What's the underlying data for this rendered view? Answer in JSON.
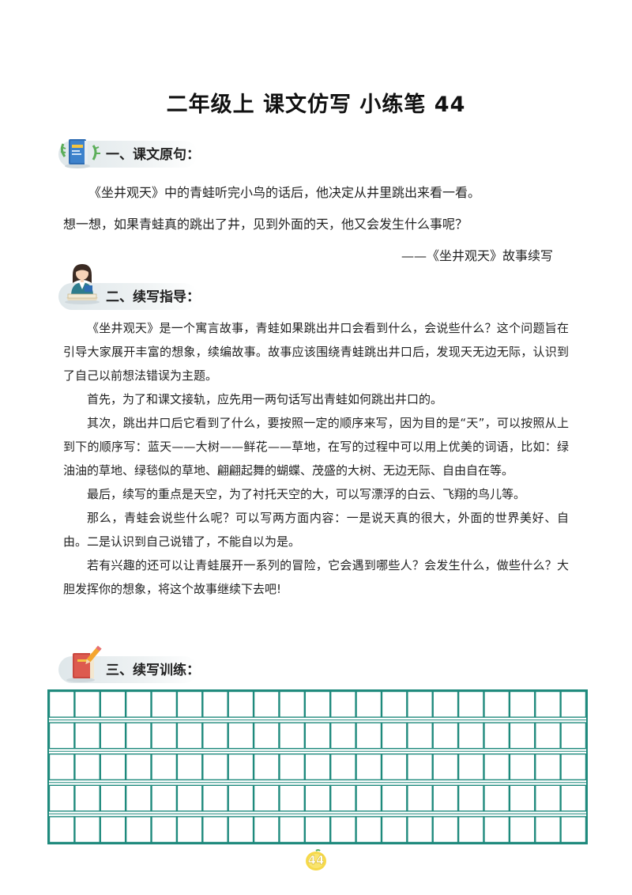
{
  "title": "二年级上  课文仿写  小练笔 44",
  "sections": {
    "s1": {
      "label": "一、课文原句：",
      "icon": "book-with-leaves-icon"
    },
    "s2": {
      "label": "二、续写指导：",
      "icon": "teacher-icon"
    },
    "s3": {
      "label": "三、续写训练：",
      "icon": "book-and-pencil-icon"
    }
  },
  "original": {
    "line1": "《坐井观天》中的青蛙听完小鸟的话后，他决定从井里跳出来看一看。",
    "line2": "想一想，如果青蛙真的跳出了井，见到外面的天，他又会发生什么事呢？",
    "source": "——《坐井观天》故事续写"
  },
  "guidance": [
    "《坐井观天》是一个寓言故事，青蛙如果跳出井口会看到什么，会说些什么？这个问题旨在引导大家展开丰富的想象，续编故事。故事应该围绕青蛙跳出井口后，发现天无边无际，认识到了自己以前想法错误为主题。",
    "首先，为了和课文接轨，应先用一两句话写出青蛙如何跳出井口的。",
    "其次，跳出井口后它看到了什么，要按照一定的顺序来写，因为目的是“天”，可以按照从上到下的顺序写：蓝天——大树——鲜花——草地，在写的过程中可以用上优美的词语，比如：绿油油的草地、绿毯似的草地、翩翩起舞的蝴蝶、茂盛的大树、无边无际、自由自在等。",
    "最后，续写的重点是天空，为了衬托天空的大，可以写漂浮的白云、飞翔的鸟儿等。",
    "那么，青蛙会说些什么呢？可以写两方面内容：一是说天真的很大，外面的世界美好、自由。二是认识到自己说错了，不能自以为是。",
    "若有兴趣的还可以让青蛙展开一系列的冒险，它会遇到哪些人？会发生什么，做些什么？大胆发挥你的想象，将这个故事继续下去吧!"
  ],
  "writing_grid": {
    "rows": 5,
    "columns": 21
  },
  "page_number": "44",
  "colors": {
    "grid": "#1f8a7d",
    "badge": "#dfe7ea",
    "page_number_bg": "#f6d94a"
  }
}
